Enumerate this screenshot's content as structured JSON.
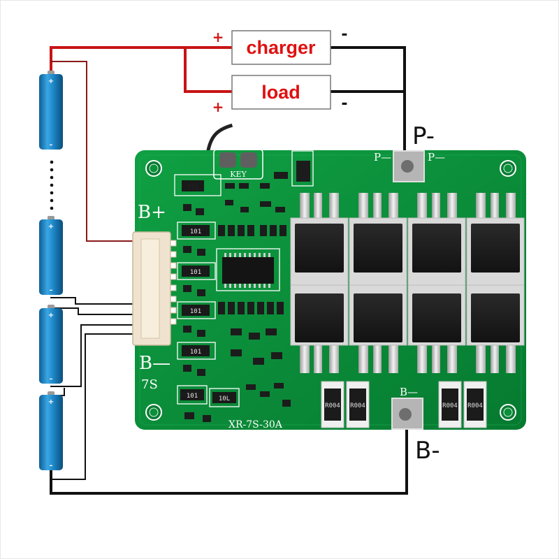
{
  "terminals": {
    "charger_label": "charger",
    "load_label": "load",
    "plus": "+",
    "minus": "-"
  },
  "outer_labels": {
    "p_minus": "P-",
    "b_minus": "B-"
  },
  "board": {
    "key": "KEY",
    "b_plus": "B+",
    "b_minus": "B—",
    "series": "7S",
    "model": "XR-7S-30A",
    "p_pad_left": "P—",
    "p_pad_right": "P—",
    "b_pad": "B—",
    "shunts": [
      "R004",
      "R004",
      "R004",
      "R004"
    ],
    "resistor_code": "101",
    "resistor_code_alt": "10L"
  },
  "cells": {
    "plus": "+",
    "minus": "–"
  },
  "colors": {
    "pcb": "#0b8f3a",
    "wire_red": "#c81414",
    "wire_black": "#111111",
    "cell_blue": "#1e88c8",
    "connector": "#efe3cf"
  }
}
